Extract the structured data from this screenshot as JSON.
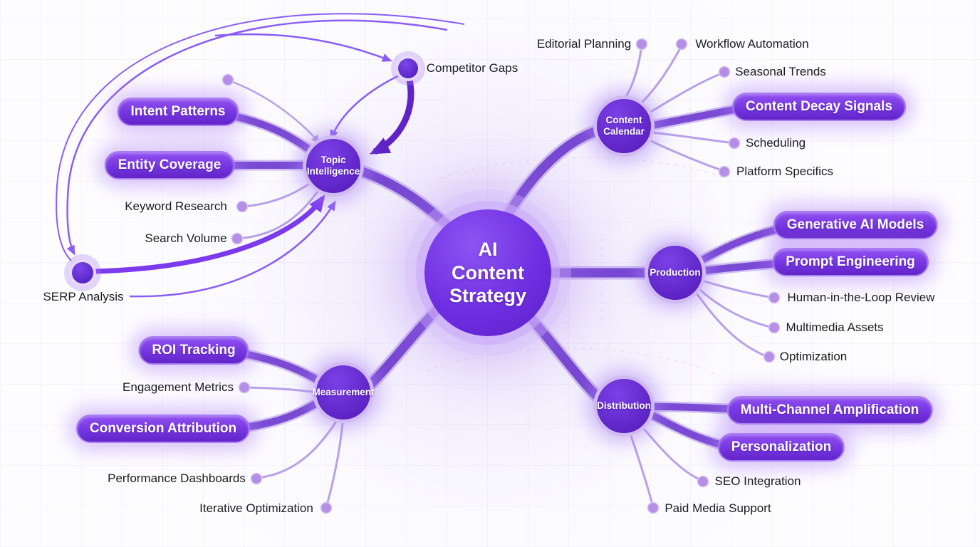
{
  "mindmap": {
    "center": {
      "label": "AI Content Strategy"
    },
    "branches": [
      {
        "label": "Topic Intelligence",
        "children": [
          {
            "label": "Intent Patterns",
            "node_type": "pill"
          },
          {
            "label": "Entity Coverage",
            "node_type": "pill"
          },
          {
            "label": "Keyword Research",
            "node_type": "dot"
          },
          {
            "label": "Search Volume",
            "node_type": "dot"
          },
          {
            "label": "SERP Analysis",
            "node_type": "circle"
          },
          {
            "label": "Competitor Gaps",
            "node_type": "circle"
          }
        ]
      },
      {
        "label": "Content Calendar",
        "children": [
          {
            "label": "Editorial Planning",
            "node_type": "dot"
          },
          {
            "label": "Workflow Automation",
            "node_type": "dot"
          },
          {
            "label": "Seasonal Trends",
            "node_type": "dot"
          },
          {
            "label": "Content Decay Signals",
            "node_type": "pill"
          },
          {
            "label": "Scheduling",
            "node_type": "dot"
          },
          {
            "label": "Platform Specifics",
            "node_type": "dot"
          }
        ]
      },
      {
        "label": "Production",
        "children": [
          {
            "label": "Generative AI Models",
            "node_type": "pill"
          },
          {
            "label": "Prompt Engineering",
            "node_type": "pill"
          },
          {
            "label": "Human-in-the-Loop Review",
            "node_type": "dot"
          },
          {
            "label": "Multimedia Assets",
            "node_type": "dot"
          },
          {
            "label": "Optimization",
            "node_type": "dot"
          }
        ]
      },
      {
        "label": "Distribution",
        "children": [
          {
            "label": "Multi-Channel Amplification",
            "node_type": "pill"
          },
          {
            "label": "Personalization",
            "node_type": "pill"
          },
          {
            "label": "SEO Integration",
            "node_type": "dot"
          },
          {
            "label": "Paid Media Support",
            "node_type": "dot"
          }
        ]
      },
      {
        "label": "Measurement",
        "children": [
          {
            "label": "ROI Tracking",
            "node_type": "pill"
          },
          {
            "label": "Engagement Metrics",
            "node_type": "dot"
          },
          {
            "label": "Conversion Attribution",
            "node_type": "pill"
          },
          {
            "label": "Performance Dashboards",
            "node_type": "dot"
          },
          {
            "label": "Iterative Optimization",
            "node_type": "dot"
          }
        ]
      }
    ],
    "arrows_into": [
      "Topic Intelligence",
      "Competitor Gaps",
      "SERP Analysis"
    ],
    "colors": {
      "accent": "#7c3aed",
      "node_dark": "#5b21b6",
      "branch_connector": "#7748d2",
      "branch_casing": "#c7b2ee",
      "leaf_connector": "#b9a0e8",
      "glow": "#c4a5f5",
      "label_text": "#1c1c1f",
      "background": "#fdfdff"
    }
  }
}
